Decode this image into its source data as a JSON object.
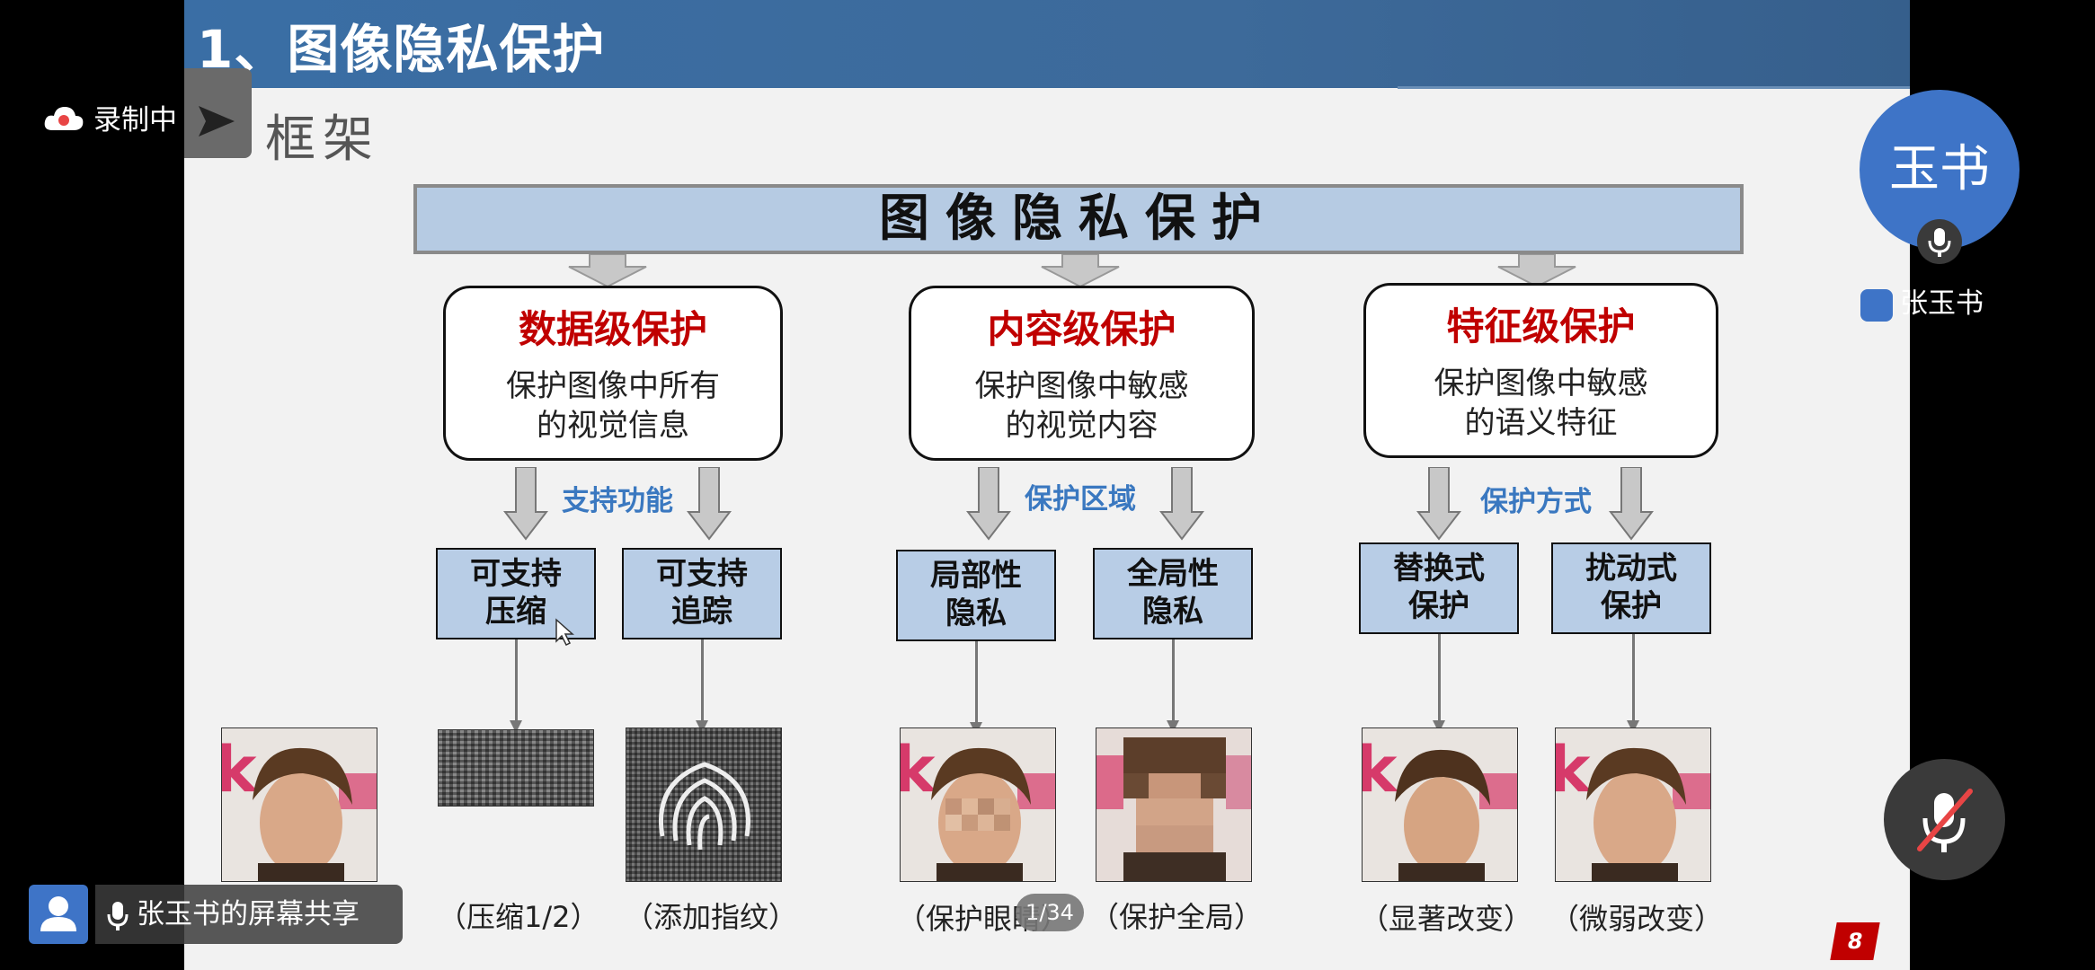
{
  "slide": {
    "title": "1、图像隐私保护",
    "subtitle": "框架",
    "main_box": "图像隐私保护",
    "page_number": "8",
    "page_counter": "1/34"
  },
  "categories": [
    {
      "heading": "数据级保护",
      "desc1": "保护图像中所有",
      "desc2": "的视觉信息",
      "mid_label": "支持功能",
      "leaves": [
        {
          "l1": "可支持",
          "l2": "压缩"
        },
        {
          "l1": "可支持",
          "l2": "追踪"
        }
      ]
    },
    {
      "heading": "内容级保护",
      "desc1": "保护图像中敏感",
      "desc2": "的视觉内容",
      "mid_label": "保护区域",
      "leaves": [
        {
          "l1": "局部性",
          "l2": "隐私"
        },
        {
          "l1": "全局性",
          "l2": "隐私"
        }
      ]
    },
    {
      "heading": "特征级保护",
      "desc1": "保护图像中敏感",
      "desc2": "的语义特征",
      "mid_label": "保护方式",
      "leaves": [
        {
          "l1": "替换式",
          "l2": "保护"
        },
        {
          "l1": "扰动式",
          "l2": "保护"
        }
      ]
    }
  ],
  "captions": [
    "（压缩1/2）",
    "（添加指纹）",
    "（保护眼睛）",
    "（保护全局）",
    "（显著改变）",
    "（微弱改变）"
  ],
  "overlay": {
    "recording_label": "录制中",
    "avatar_text": "玉书",
    "user_name": "张玉书",
    "share_label": "张玉书的屏幕共享"
  },
  "colors": {
    "title_bar": "#3a6ea5",
    "heading_red": "#c00000",
    "label_blue": "#3a78c0",
    "leaf_fill": "#b8cde6",
    "avatar_blue": "#3e74c7"
  }
}
